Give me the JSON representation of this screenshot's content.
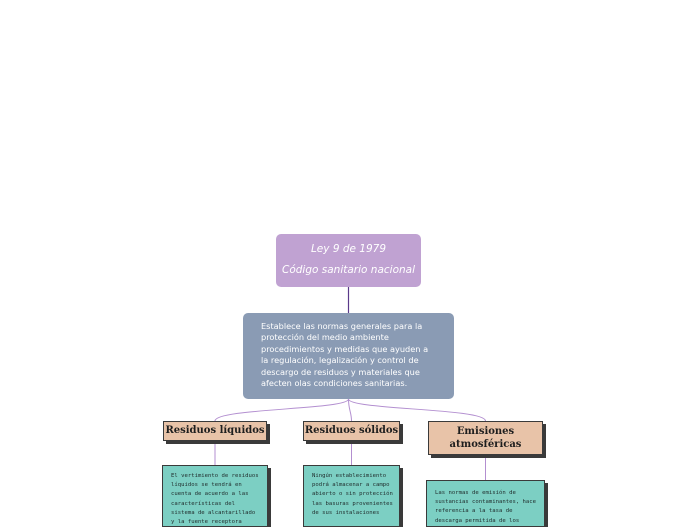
{
  "root": {
    "line1": "Ley 9 de 1979",
    "line2": "Código sanitario nacional"
  },
  "description": {
    "text": "Establece las normas generales para la protección del medio ambiente procedimientos y medidas que ayuden a la regulación, legalización y control de descargo de residuos y materiales que afecten olas condiciones sanitarias."
  },
  "topics": [
    {
      "title": "Residuos líquidos",
      "detail": "El vertimiento de residuos líquidos se tendrá en cuenta de acuerdo a las características del sistema de alcantarillado y la fuente receptora"
    },
    {
      "title": "Residuos sólidos",
      "detail": "Ningún establecimiento podrá almacenar a campo abierto o sin protección las basuras provenientes de sus instalaciones"
    },
    {
      "title_line1": "Emisiones",
      "title_line2": "atmosféricas",
      "detail": "Las normas de emisión de sustancias contaminantes, hace referencia a la tasa de descarga permitida de los"
    }
  ],
  "colors": {
    "root_fill": "#c0a2d2",
    "description_fill": "#8a9bb4",
    "topic_fill": "#e8c3a8",
    "detail_fill": "#7ccfc3",
    "connector_main": "#5b3a8a",
    "connector_branch": "#b38fd0"
  }
}
